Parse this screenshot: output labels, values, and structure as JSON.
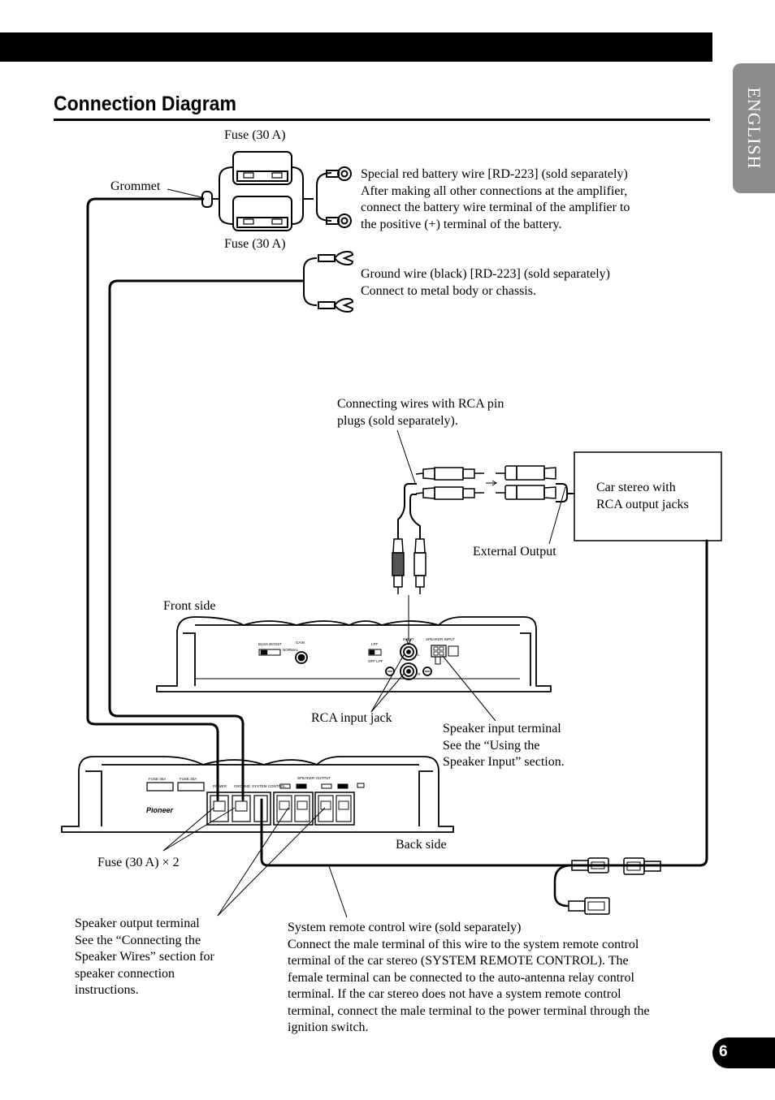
{
  "header": {
    "language_tab": "ENGLISH",
    "title": "Connection Diagram",
    "page_number": "6"
  },
  "labels": {
    "fuse_top": "Fuse (30 A)",
    "fuse_bottom": "Fuse (30 A)",
    "grommet": "Grommet",
    "battery_wire": [
      "Special red battery wire [RD-223] (sold separately)",
      "After making all other connections at the amplifier,",
      "connect the battery wire terminal of the amplifier to",
      "the positive (+) terminal of the battery."
    ],
    "ground_wire": [
      "Ground wire (black) [RD-223] (sold separately)",
      "Connect to metal body or chassis."
    ],
    "rca_wires": [
      "Connecting wires with RCA pin",
      "plugs (sold separately)."
    ],
    "car_stereo": [
      "Car stereo with",
      "RCA output jacks"
    ],
    "external_output": "External Output",
    "front_side": "Front side",
    "rca_input_jack": "RCA input jack",
    "speaker_input": [
      "Speaker input terminal",
      "See the “Using the",
      "Speaker Input” section."
    ],
    "back_side": "Back side",
    "fuse_x2": "Fuse (30 A) × 2",
    "speaker_output": [
      "Speaker output terminal",
      "See the “Connecting the",
      "Speaker Wires” section for",
      "speaker connection",
      "instructions."
    ],
    "remote_wire": [
      "System remote control wire (sold separately)",
      "Connect the male terminal of this wire to the system remote control",
      "terminal of the car stereo (SYSTEM REMOTE CONTROL). The",
      "female terminal can be connected to the auto-antenna relay control",
      "terminal. If the car stereo does not have a system remote control",
      "terminal, connect the male terminal to the power terminal through the",
      "ignition switch."
    ]
  },
  "panel_text": {
    "front": {
      "bass_boost": "BASS BOOST",
      "gain": "GAIN",
      "normal": "NORMAL",
      "lpf": "LPF",
      "off_lpf": "OFF  LPF",
      "speaker_input": "SPEAKER INPUT",
      "input": "INPUT",
      "l": "L",
      "r": "R"
    },
    "back": {
      "fuse_30a_1": "FUSE 30A",
      "fuse_30a_2": "FUSE 30A",
      "power": "POWER",
      "ground": "GROUND",
      "system_control": "SYSTEM CONTROL",
      "speaker_output": "SPEAKER OUTPUT",
      "brand": "Pioneer"
    }
  }
}
